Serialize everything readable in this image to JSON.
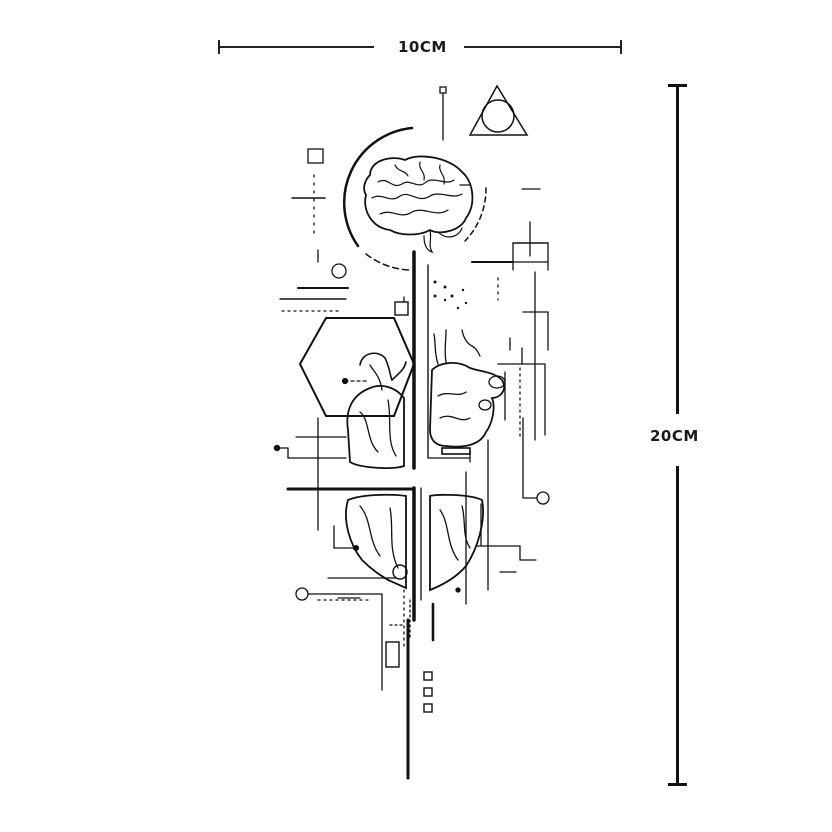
{
  "dimensions": {
    "width_label": "10CM",
    "height_label": "20CM"
  },
  "design": {
    "subject": [
      "brain-icon",
      "anatomical-heart-icon"
    ],
    "style": "geometric line-art tattoo stencil",
    "ink_color": "#111111",
    "background": "#ffffff"
  }
}
